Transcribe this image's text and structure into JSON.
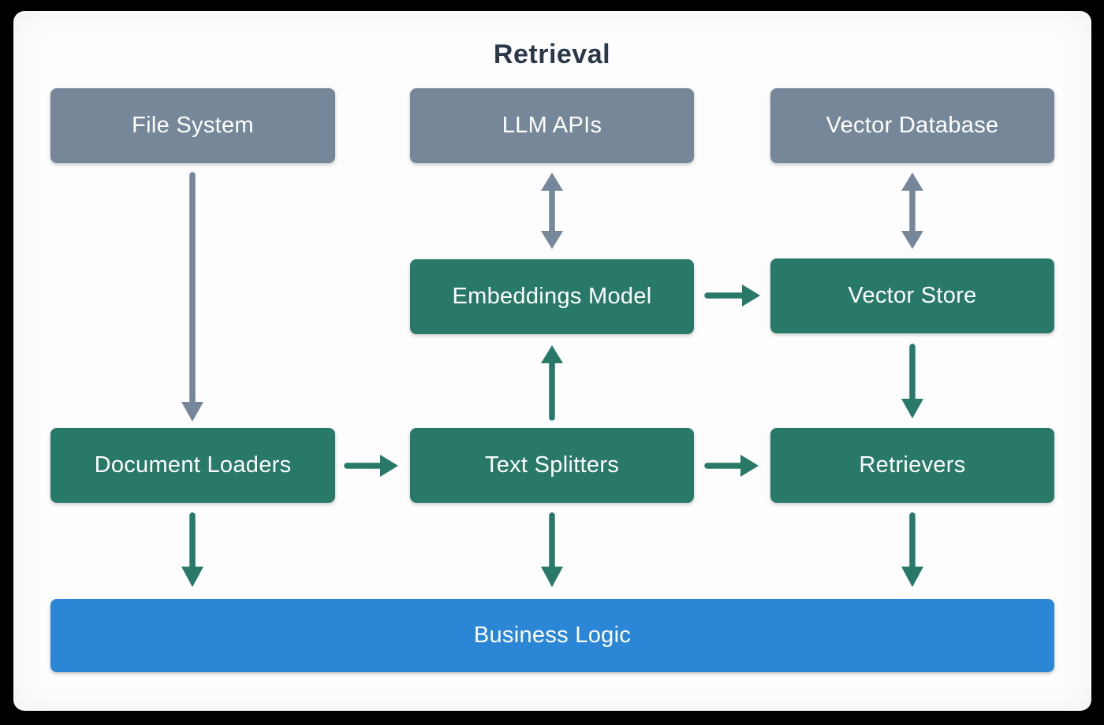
{
  "title": "Retrieval",
  "colors": {
    "page_background": "#000000",
    "canvas_background": "#fdfdfd",
    "external_node": "#76879a",
    "component_node": "#287968",
    "application_node": "#2c86d6",
    "arrow_gray": "#76879a",
    "arrow_green": "#287968",
    "title_text": "#2a3847",
    "node_text": "#ffffff"
  },
  "nodes": {
    "file_system": {
      "label": "File System",
      "type": "external"
    },
    "llm_apis": {
      "label": "LLM APIs",
      "type": "external"
    },
    "vector_database": {
      "label": "Vector Database",
      "type": "external"
    },
    "embeddings_model": {
      "label": "Embeddings Model",
      "type": "component"
    },
    "vector_store": {
      "label": "Vector Store",
      "type": "component"
    },
    "document_loaders": {
      "label": "Document Loaders",
      "type": "component"
    },
    "text_splitters": {
      "label": "Text Splitters",
      "type": "component"
    },
    "retrievers": {
      "label": "Retrievers",
      "type": "component"
    },
    "business_logic": {
      "label": "Business Logic",
      "type": "application"
    }
  },
  "connections": [
    {
      "from": "file_system",
      "to": "document_loaders",
      "style": "gray",
      "bidirectional": false
    },
    {
      "from": "llm_apis",
      "to": "embeddings_model",
      "style": "gray",
      "bidirectional": true
    },
    {
      "from": "vector_database",
      "to": "vector_store",
      "style": "gray",
      "bidirectional": true
    },
    {
      "from": "document_loaders",
      "to": "text_splitters",
      "style": "green",
      "bidirectional": false
    },
    {
      "from": "text_splitters",
      "to": "embeddings_model",
      "style": "green",
      "bidirectional": false
    },
    {
      "from": "embeddings_model",
      "to": "vector_store",
      "style": "green",
      "bidirectional": false
    },
    {
      "from": "vector_store",
      "to": "retrievers",
      "style": "green",
      "bidirectional": false
    },
    {
      "from": "text_splitters",
      "to": "retrievers",
      "style": "green",
      "bidirectional": false
    },
    {
      "from": "document_loaders",
      "to": "business_logic",
      "style": "green",
      "bidirectional": false
    },
    {
      "from": "text_splitters",
      "to": "business_logic",
      "style": "green",
      "bidirectional": false
    },
    {
      "from": "retrievers",
      "to": "business_logic",
      "style": "green",
      "bidirectional": false
    }
  ]
}
